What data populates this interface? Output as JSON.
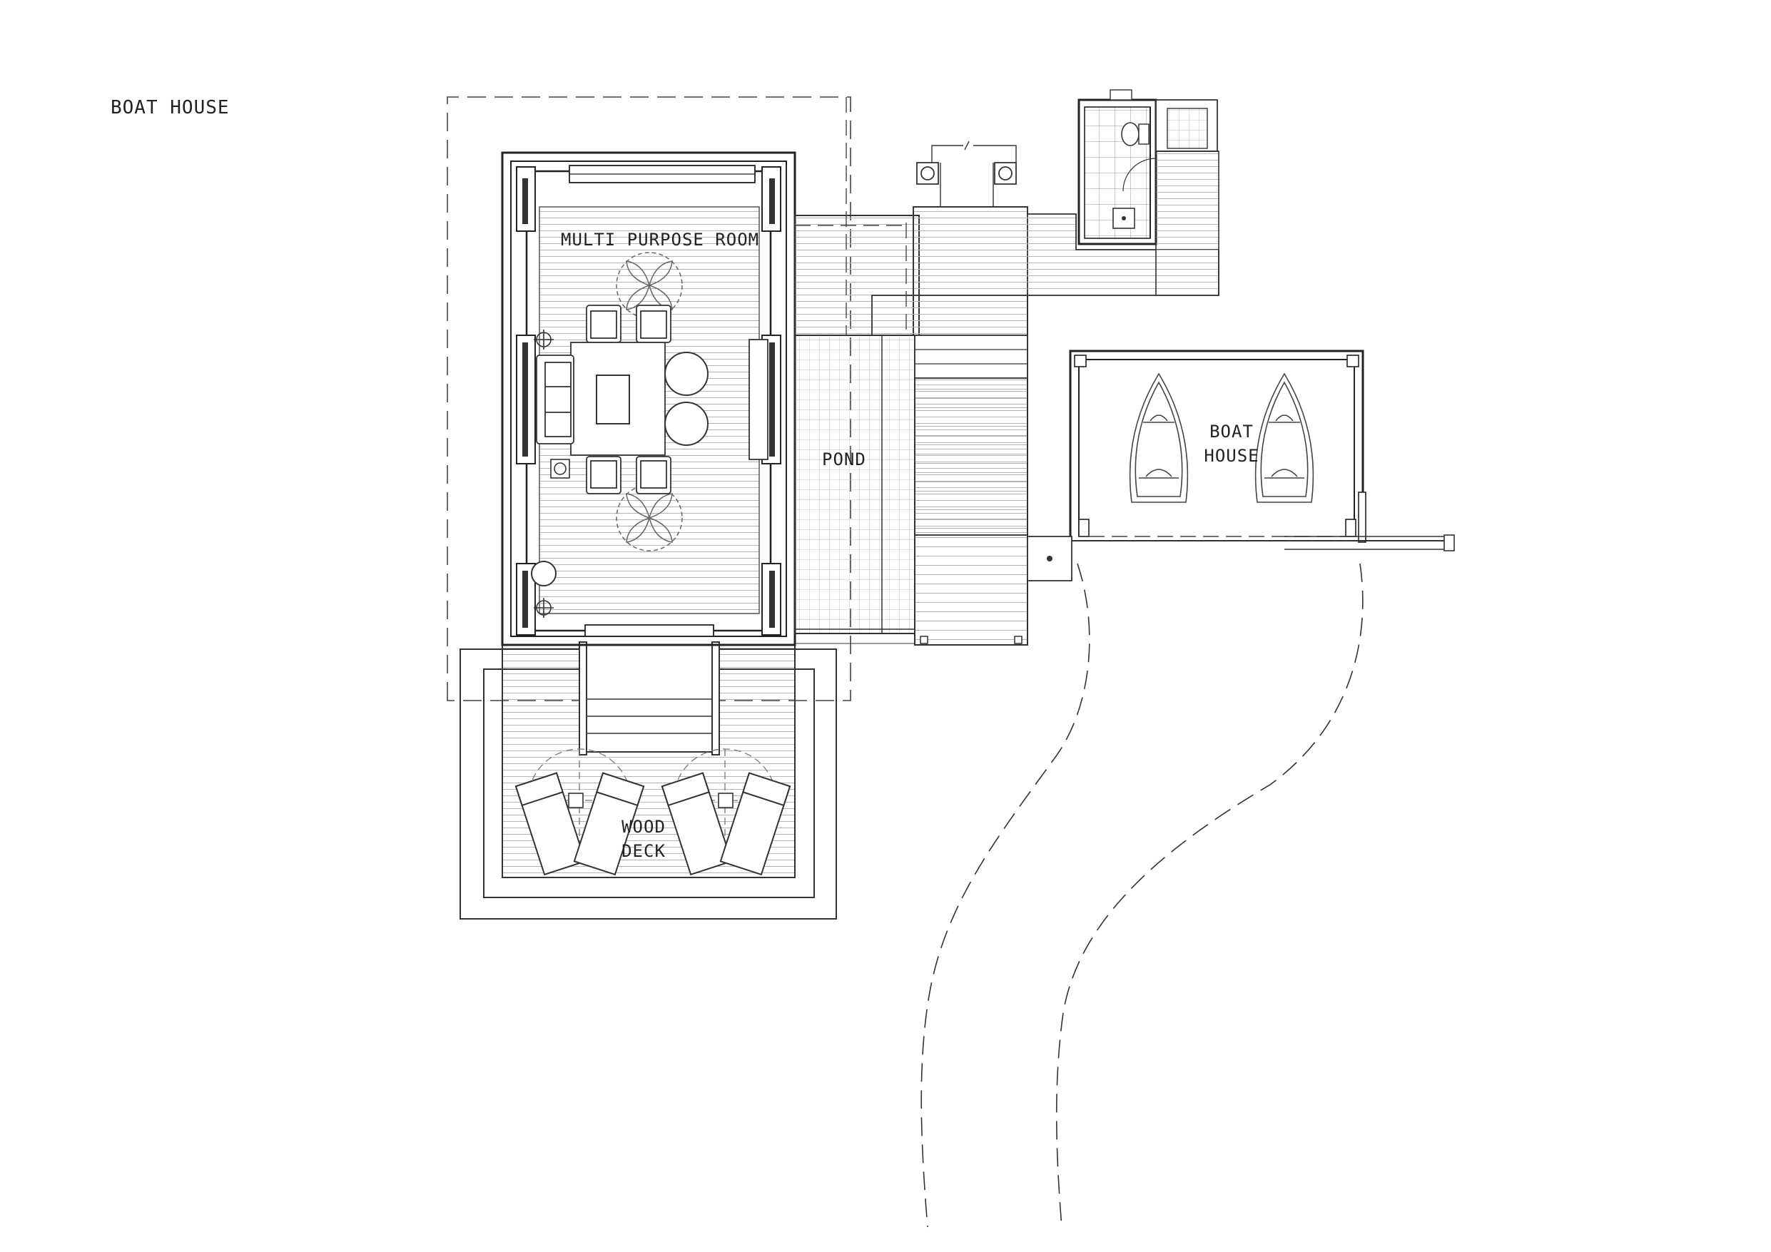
{
  "drawing": {
    "sheet_title": "BOAT HOUSE",
    "rooms": {
      "multi_purpose": "MULTI PURPOSE ROOM",
      "pond": "POND",
      "boat_house_line1": "BOAT",
      "boat_house_line2": "HOUSE",
      "deck_line1": "WOOD",
      "deck_line2": "DECK"
    }
  },
  "colors": {
    "line": "#222222",
    "light_line": "#8a8a8a",
    "background": "#ffffff"
  }
}
